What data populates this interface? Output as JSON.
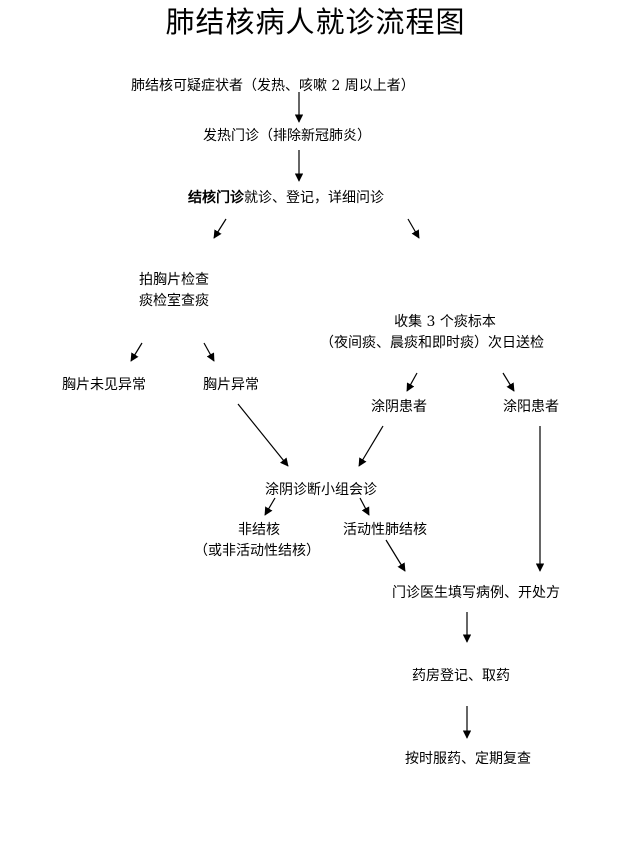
{
  "title": "肺结核病人就诊流程图",
  "nodes": {
    "symptoms": "肺结核可疑症状者（发热、咳嗽 2 周以上者）",
    "fever_clinic": "发热门诊（排除新冠肺炎）",
    "tb_clinic_bold": "结核门诊",
    "tb_clinic_rest": "就诊、登记，详细问诊",
    "xray_exam": "拍胸片检查",
    "sputum_lab": "痰检室查痰",
    "collect_sputum": "收集 3 个痰标本",
    "sputum_types": "（夜间痰、晨痰和即时痰）次日送检",
    "xray_normal": "胸片未见异常",
    "xray_abnormal": "胸片异常",
    "smear_negative": "涂阴患者",
    "smear_positive": "涂阳患者",
    "smear_neg_group": "涂阴诊断小组会诊",
    "non_tb": "非结核",
    "non_active_tb": "（或非活动性结核）",
    "active_tb": "活动性肺结核",
    "doctor_record": "门诊医生填写病例、开处方",
    "pharmacy": "药房登记、取药",
    "follow_up": "按时服药、定期复查"
  }
}
